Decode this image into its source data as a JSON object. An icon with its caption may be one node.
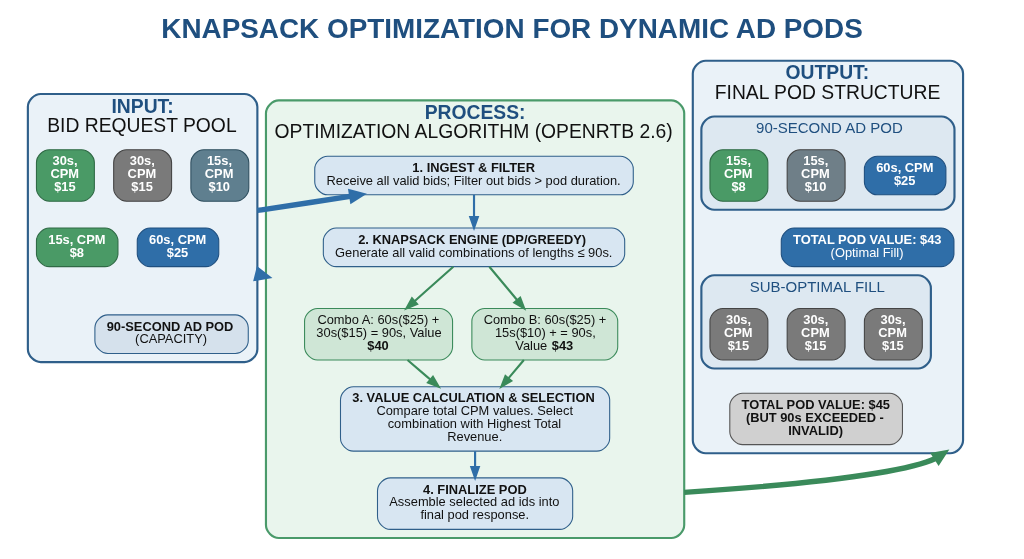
{
  "diagram": {
    "title": "KNAPSACK OPTIMIZATION FOR DYNAMIC AD PODS",
    "nodes": [
      {
        "text": [
          "INPUT:",
          "BID REQUEST POOL"
        ]
      },
      {
        "text": [
          "15s, CPM $10"
        ],
        "in": 0
      },
      {
        "text": [
          "30s, CPM $15"
        ],
        "in": 0
      },
      {
        "text": [
          "30s, CPM $15"
        ],
        "in": 0
      },
      {
        "text": [
          "60s, CPM $25"
        ],
        "in": 0
      },
      {
        "text": [
          "15s, CPM $8"
        ],
        "in": 0
      },
      {
        "text": [
          "90-SECOND AD POD",
          "(CAPACITY)"
        ],
        "in": 0
      },
      {
        "text": [
          "PROCESS:",
          "OPTIMIZATION ALGORITHM (OPENRTB 2.6)"
        ]
      },
      {
        "text": [
          "1. INGEST & FILTER",
          "Receive all valid bids; Filter out bids > pod duration."
        ],
        "in": 7
      },
      {
        "text": [
          "2. KNAPSACK ENGINE (DP/GREEDY)",
          "Generate all valid combinations of lengths ≤ 90s."
        ],
        "in": 7
      },
      {
        "text": [
          "Combo A: 60s($25) + 30s($15) = 90s, Value **$40**"
        ],
        "in": 7
      },
      {
        "text": [
          "Combo B: 60s($25) + 15s($10) + = 90s, Value **$43**"
        ],
        "in": 7
      },
      {
        "text": [
          "3. VALUE CALCULATION & SELECTION",
          "Compare total CPM values. Select combination with Highest Total Revenue."
        ],
        "in": 7
      },
      {
        "text": [
          "4. FINALIZE POD",
          "Assemble selected ad ids into final pod response."
        ],
        "in": 7
      },
      {
        "text": [
          "OUTPUT:",
          "FINAL POD STRUCTURE"
        ]
      },
      {
        "text": [
          "90-SECOND AD POD"
        ],
        "in": 14
      },
      {
        "text": [
          "60s, CPM $25"
        ],
        "in": 15
      },
      {
        "text": [
          "15s, CPM $10"
        ],
        "in": 15
      },
      {
        "text": [
          "15s, CPM $8"
        ],
        "in": 15
      },
      {
        "text": [
          "TOTAL POD VALUE: $43",
          "(Optimal Fill)"
        ],
        "in": 14
      },
      {
        "text": [
          "SUB-OPTIMAL FILL"
        ],
        "in": 14
      },
      {
        "text": [
          "30s, CPM $15"
        ],
        "in": 20
      },
      {
        "text": [
          "30s, CPM $15"
        ],
        "in": 20
      },
      {
        "text": [
          "30s, CPM $15"
        ],
        "in": 20
      },
      {
        "text": [
          "TOTAL POD VALUE: $45 (BUT 90s EXCEEDED - INVALID)"
        ],
        "in": 14
      }
    ],
    "edges": [
      {
        "from": 0,
        "to": 8,
        "arrow": "to",
        "style": "thick",
        "color": "#2f6ea8"
      },
      {
        "from": 0,
        "to": 7,
        "arrow": "to",
        "style": "thick",
        "color": "#2f6ea8"
      },
      {
        "from": 7,
        "to": 14,
        "arrow": "to",
        "style": "thick"
      },
      {
        "from": 8,
        "to": 9,
        "arrow": "to",
        "color": "#2f6ea8"
      },
      {
        "from": 9,
        "to": 10,
        "arrow": "to"
      },
      {
        "from": 9,
        "to": 11,
        "arrow": "to"
      },
      {
        "from": 10,
        "to": 12,
        "arrow": "to"
      },
      {
        "from": 11,
        "to": 12,
        "arrow": "to"
      },
      {
        "from": 12,
        "to": 13,
        "arrow": "to",
        "color": "#2f6ea8"
      }
    ]
  }
}
